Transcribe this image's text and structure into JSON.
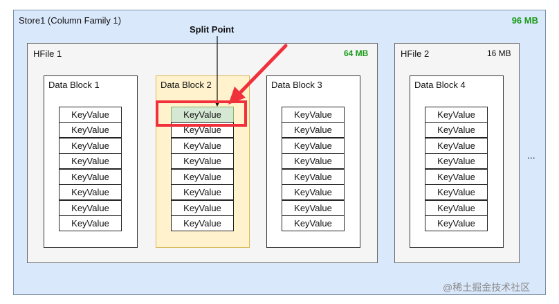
{
  "store": {
    "title": "Store1 (Column Family 1)",
    "size": "96 MB"
  },
  "hfiles": [
    {
      "title": "HFile 1",
      "size": "64 MB",
      "size_color": "#1a9a1a",
      "blocks": [
        {
          "title": "Data Block 1",
          "highlighted": false,
          "cells": [
            "KeyValue",
            "KeyValue",
            "KeyValue",
            "KeyValue",
            "KeyValue",
            "KeyValue",
            "KeyValue",
            "KeyValue"
          ]
        },
        {
          "title": "Data Block 2",
          "highlighted": true,
          "cells": [
            "KeyValue",
            "KeyValue",
            "KeyValue",
            "KeyValue",
            "KeyValue",
            "KeyValue",
            "KeyValue",
            "KeyValue"
          ]
        },
        {
          "title": "Data Block 3",
          "highlighted": false,
          "cells": [
            "KeyValue",
            "KeyValue",
            "KeyValue",
            "KeyValue",
            "KeyValue",
            "KeyValue",
            "KeyValue",
            "KeyValue"
          ]
        }
      ]
    },
    {
      "title": "HFile 2",
      "size": "16 MB",
      "size_color": "#111111",
      "blocks": [
        {
          "title": "Data Block 4",
          "highlighted": false,
          "cells": [
            "KeyValue",
            "KeyValue",
            "KeyValue",
            "KeyValue",
            "KeyValue",
            "KeyValue",
            "KeyValue",
            "KeyValue"
          ]
        }
      ]
    }
  ],
  "split_point": "Split Point",
  "ellipsis": "...",
  "watermark": "@稀土掘金技术社区",
  "colors": {
    "store_bg": "#dae8fc",
    "highlight_block": "#fff2cc",
    "split_cell": "#d5e8d4",
    "red_marker": "#f0313c",
    "size_green": "#1a9a1a"
  }
}
